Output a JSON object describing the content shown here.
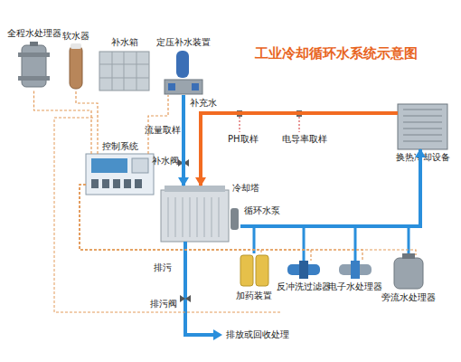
{
  "diagram": {
    "title": "工业冷却循环水系统示意图",
    "nodes": [
      {
        "text": [
          "全程水处理器"
        ]
      },
      {
        "text": [
          "软水器"
        ]
      },
      {
        "text": [
          "补水箱"
        ]
      },
      {
        "text": [
          "定压补水装置"
        ]
      },
      {
        "text": [
          "控制系统"
        ]
      },
      {
        "text": [
          "冷却塔"
        ]
      },
      {
        "text": [
          "循环水泵"
        ]
      },
      {
        "text": [
          "换热冷却设备"
        ]
      },
      {
        "text": [
          "加药装置"
        ]
      },
      {
        "text": [
          "反冲洗过滤器"
        ]
      },
      {
        "text": [
          "电子水处理器"
        ]
      },
      {
        "text": [
          "旁流水处理器"
        ]
      }
    ],
    "edges": [
      {
        "from": 7,
        "to": 5,
        "arrow": "to"
      },
      {
        "from": 6,
        "to": 7,
        "arrow": "to"
      },
      {
        "from": 3,
        "to": 5,
        "arrow": "to"
      },
      {
        "from": 4,
        "to": 0,
        "arrow": "none"
      },
      {
        "from": 4,
        "to": 1,
        "arrow": "none"
      },
      {
        "from": 4,
        "to": 3,
        "arrow": "none"
      },
      {
        "from": 4,
        "to": 8,
        "arrow": "none"
      },
      {
        "from": 4,
        "to": 9,
        "arrow": "none"
      },
      {
        "from": 4,
        "to": 10,
        "arrow": "none"
      },
      {
        "from": 4,
        "to": 11,
        "arrow": "none"
      }
    ],
    "labels": [
      "补充水",
      "流量取样",
      "补水阀",
      "PH取样",
      "电导率取样",
      "排污",
      "排污阀",
      "排放或回收处理"
    ]
  }
}
